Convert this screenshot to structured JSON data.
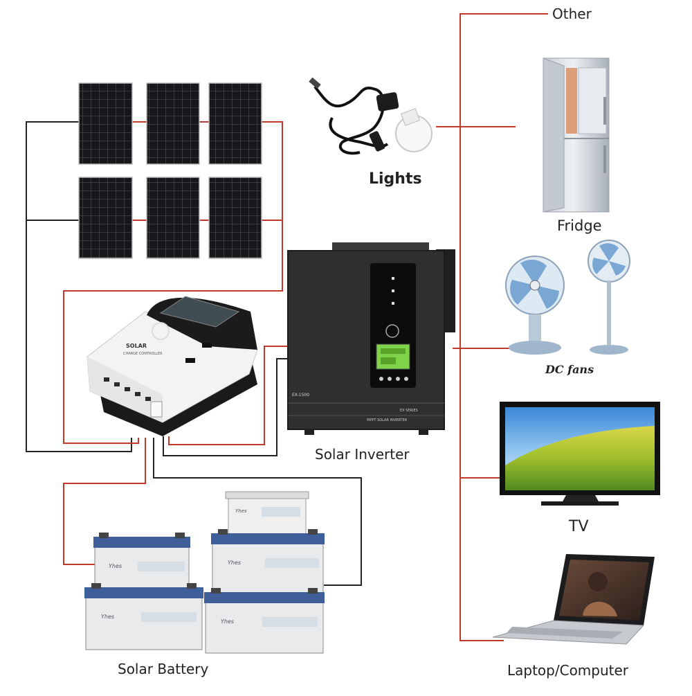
{
  "labels": {
    "other": "Other",
    "lights": "Lights",
    "fridge": "Fridge",
    "dc_fans": "DC fans",
    "solar_inverter": "Solar Inverter",
    "tv": "TV",
    "solar_battery": "Solar Battery",
    "laptop": "Laptop/Computer"
  },
  "device_text": {
    "inverter_model": "EX-1500",
    "inverter_series": "EX SERIES",
    "inverter_subtitle": "MPPT SOLAR INVERTER",
    "controller_brand": "SOLAR",
    "controller_subtitle": "CHARGE CONTROLLER",
    "battery_brand": "Yhes"
  },
  "colors": {
    "red_wire": "#c0392b",
    "black_wire": "#222222",
    "panel": "#15161a",
    "inverter_body": "#2e2e30",
    "lcd_green": "#7ed348"
  }
}
